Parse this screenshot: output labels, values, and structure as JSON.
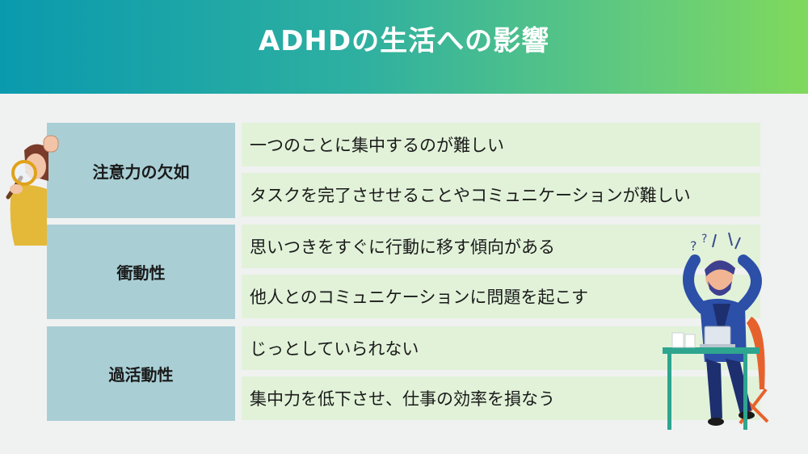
{
  "header": {
    "title": "ADHDの生活への影響"
  },
  "categories": [
    {
      "label": "注意力の欠如",
      "items": [
        "一つのことに集中するのが難しい",
        "タスクを完了させせることやコミュニケーションが難しい"
      ]
    },
    {
      "label": "衝動性",
      "items": [
        "思いつきをすぐに行動に移す傾向がある",
        "他人とのコミュニケーションに問題を起こす"
      ]
    },
    {
      "label": "過活動性",
      "items": [
        "じっとしていられない",
        "集中力を低下させ、仕事の効率を損なう"
      ]
    }
  ],
  "colors": {
    "header_start": "#0a9aae",
    "header_end": "#80d95c",
    "category_bg": "#a9cfd5",
    "item_bg": "#e1f2d8",
    "background": "#f0f1f1"
  },
  "illustrations": {
    "left": "person-with-magnifying-glass",
    "right": "stressed-man-at-desk"
  }
}
